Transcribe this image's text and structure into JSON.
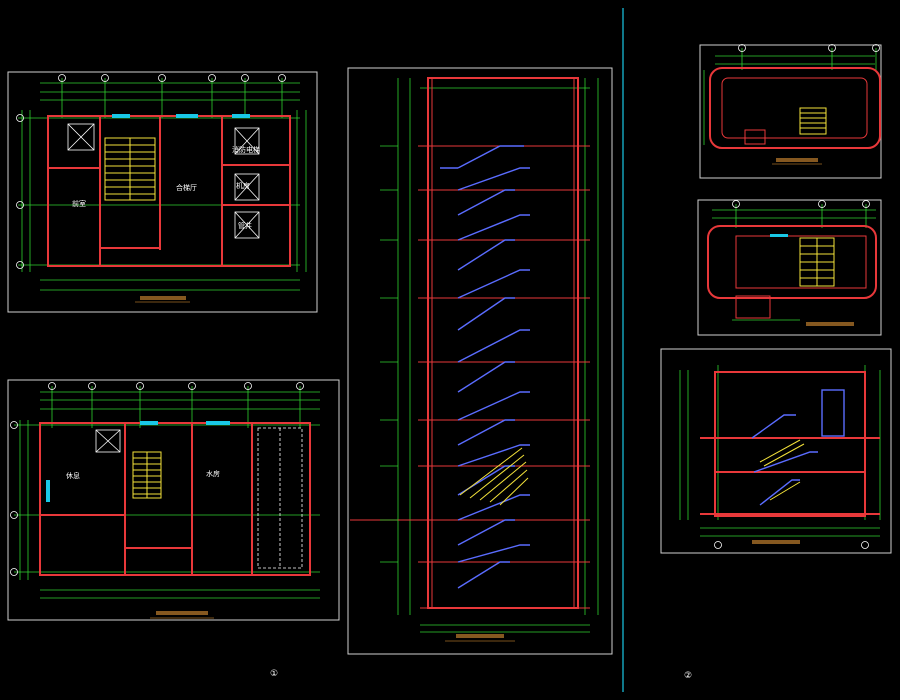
{
  "colors": {
    "background": "#000000",
    "frame": "#d0d0d0",
    "walls": "#e8383a",
    "dimensions": "#2fd12f",
    "stairs": "#f3e23a",
    "stair_flights": "#5a6cff",
    "windows": "#19c8e6",
    "titles": "#f2a03a",
    "divider": "#19c8e6"
  },
  "labels": {
    "group_1": "①",
    "group_2": "②"
  },
  "rooms": {
    "front_room": "前室",
    "elevator": "消防电梯",
    "hall": "合梯厅",
    "machine": "机房",
    "pipe": "管井",
    "rest": "休息",
    "water": "水房"
  }
}
